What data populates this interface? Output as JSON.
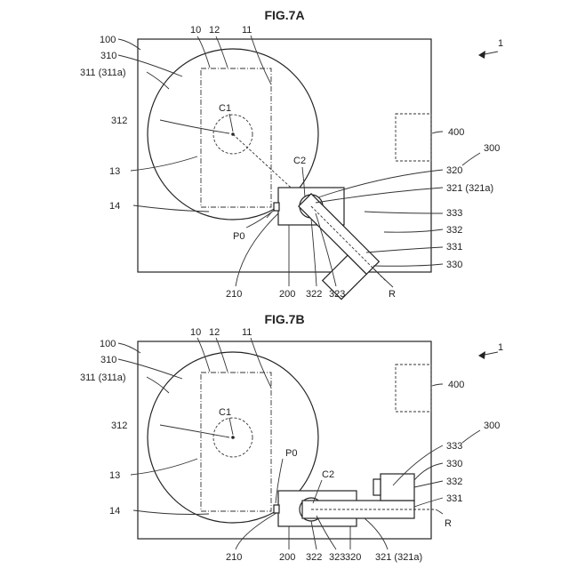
{
  "figures": [
    {
      "title": "FIG.7A",
      "labels": {
        "ref1": "1",
        "n100": "100",
        "n310": "310",
        "n311": "311 (311a)",
        "n312": "312",
        "n13": "13",
        "n14": "14",
        "n10": "10",
        "n12": "12",
        "n11": "11",
        "nC1": "C1",
        "nC2": "C2",
        "nP0": "P0",
        "n210": "210",
        "n200": "200",
        "n322": "322",
        "n323": "323",
        "nR": "R",
        "n330": "330",
        "n331": "331",
        "n332": "332",
        "n333": "333",
        "n321": "321 (321a)",
        "n320": "320",
        "n300": "300",
        "n400": "400"
      }
    },
    {
      "title": "FIG.7B",
      "labels": {
        "ref1": "1",
        "n100": "100",
        "n310": "310",
        "n311": "311 (311a)",
        "n312": "312",
        "n13": "13",
        "n14": "14",
        "n10": "10",
        "n12": "12",
        "n11": "11",
        "nC1": "C1",
        "nC2": "C2",
        "nP0": "P0",
        "n210": "210",
        "n200": "200",
        "n322": "322",
        "n323": "323",
        "n320": "320",
        "n321": "321 (321a)",
        "nR": "R",
        "n331": "331",
        "n332": "332",
        "n330": "330",
        "n333": "333",
        "n300": "300",
        "n400": "400"
      }
    }
  ]
}
